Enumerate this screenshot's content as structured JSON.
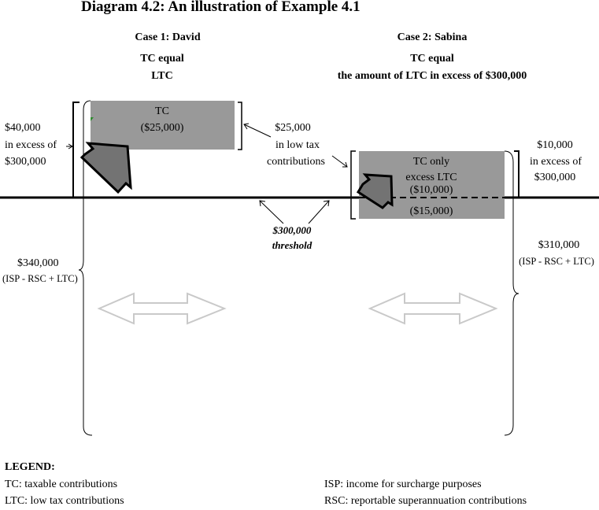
{
  "title": "Diagram 4.2:  An illustration of Example 4.1",
  "case1": {
    "heading": "Case 1: David",
    "sub1": "TC equal",
    "sub2": "LTC",
    "box_line1": "TC",
    "box_line2": "($25,000)",
    "left_brace_line1": "$40,000",
    "left_brace_line2": "in excess of",
    "left_brace_line3": "$300,000",
    "lower_label_line1": "$340,000",
    "lower_label_line2": "(ISP - RSC + LTC)"
  },
  "case2": {
    "heading": "Case 2: Sabina",
    "sub1": "TC equal",
    "sub2": "the amount of LTC in excess of $300,000",
    "box_line1": "TC only",
    "box_line2": "excess LTC",
    "box_line3": "($10,000)",
    "box_lower": "($15,000)",
    "right_brace_line1": "$10,000",
    "right_brace_line2": "in excess of",
    "right_brace_line3": "$300,000",
    "lower_label_line1": "$310,000",
    "lower_label_line2": "(ISP - RSC + LTC)"
  },
  "middle": {
    "ltc_line1": "$25,000",
    "ltc_line2": "in low tax",
    "ltc_line3": "contributions",
    "threshold_line1": "$300,000",
    "threshold_line2": "threshold"
  },
  "legend": {
    "heading": "LEGEND:",
    "tc": "TC: taxable contributions",
    "ltc": "LTC: low tax contributions",
    "isp": "ISP: income for surcharge purposes",
    "rsc": "RSC: reportable superannuation contributions"
  }
}
